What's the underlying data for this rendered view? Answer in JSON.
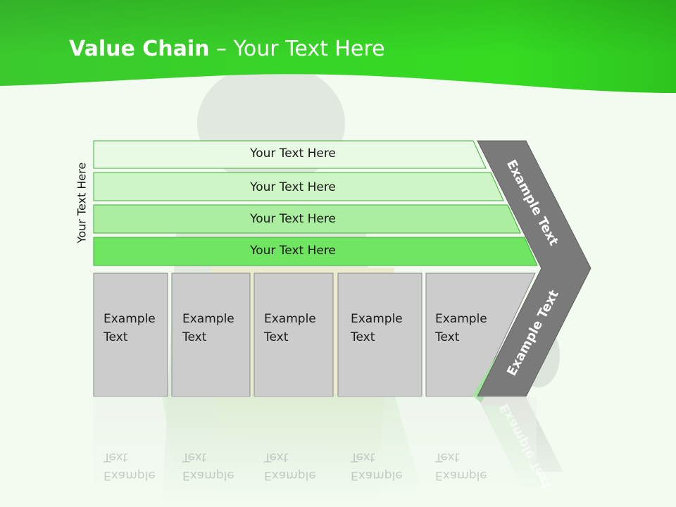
{
  "slide": {
    "title_bold": "Value Chain",
    "title_rest": " – Your Text Here",
    "vertical_label": "Your Text Here",
    "bars": [
      {
        "label": "Your Text Here",
        "color": "#e8f9e4"
      },
      {
        "label": "Your Text Here",
        "color": "#cef5c6"
      },
      {
        "label": "Your Text Here",
        "color": "#acee9f"
      },
      {
        "label": "Your Text Here",
        "color": "#70e562"
      }
    ],
    "columns": [
      {
        "line1": "Example",
        "line2": "Text"
      },
      {
        "line1": "Example",
        "line2": "Text"
      },
      {
        "line1": "Example",
        "line2": "Text"
      },
      {
        "line1": "Example",
        "line2": "Text"
      },
      {
        "line1": "Example",
        "line2": "Text"
      }
    ],
    "chevron_top_label": "Example Text",
    "chevron_bottom_label": "Example Text",
    "colors": {
      "header_green": "#2fd626",
      "column_gray": "#cccccc",
      "chevron_gray": "#7a7a7a",
      "background": "#f3fbf1"
    }
  }
}
